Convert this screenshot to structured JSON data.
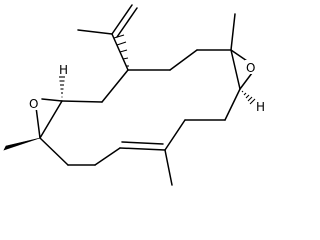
{
  "molecule": {
    "atom_labels": {
      "oxygen_left": "O",
      "oxygen_right": "O",
      "hydrogen_left": "H",
      "hydrogen_right": "H"
    },
    "colors": {
      "bond": "#000000",
      "background": "#ffffff"
    }
  }
}
